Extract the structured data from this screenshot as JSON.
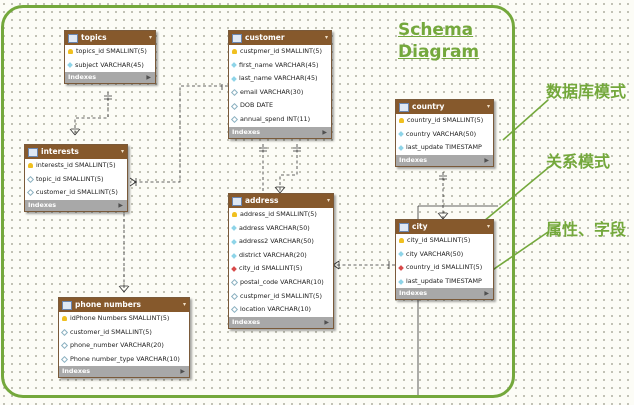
{
  "diagram": {
    "title_line1": "Schema",
    "title_line2": "Diagram",
    "indexes_label": "Indexes",
    "annotations": [
      "数据库模式",
      "关系模式",
      "属性、字段"
    ],
    "colors": {
      "accent": "#74a83c",
      "table_header": "#86592c",
      "index_bar": "#a8a8a8"
    },
    "tables": [
      {
        "name": "topics",
        "columns": [
          "topics_id SMALLINT(5)",
          "subject VARCHAR(45)"
        ]
      },
      {
        "name": "customer",
        "columns": [
          "custpmer_id SMALLINT(5)",
          "first_name VARCHAR(45)",
          "last_name VARCHAR(45)",
          "email VARCHAR(30)",
          "DOB DATE",
          "annual_spend INT(11)"
        ]
      },
      {
        "name": "interests",
        "columns": [
          "interests_id SMALLINT(5)",
          "topic_id SMALLINT(5)",
          "customer_id SMALLINT(5)"
        ]
      },
      {
        "name": "country",
        "columns": [
          "country_id SMALLINT(5)",
          "country VARCHAR(50)",
          "last_update TIMESTAMP"
        ]
      },
      {
        "name": "address",
        "columns": [
          "address_id SMALLINT(5)",
          "address VARCHAR(50)",
          "address2 VARCHAR(50)",
          "district VARCHAR(20)",
          "city_id SMALLINT(5)",
          "postal_code VARCHAR(10)",
          "custpmer_id SMALLINT(5)",
          "location VARCHAR(10)"
        ]
      },
      {
        "name": "city",
        "columns": [
          "city_id SMALLINT(5)",
          "city VARCHAR(50)",
          "country_id SMALLINT(5)",
          "last_update TIMESTAMP"
        ]
      },
      {
        "name": "phone numbers",
        "columns": [
          "idPhone Numbers SMALLINT(5)",
          "customer_id SMALLINT(5)",
          "phone_number VARCHAR(20)",
          "Phone number_type VARCHAR(10)"
        ]
      }
    ]
  }
}
